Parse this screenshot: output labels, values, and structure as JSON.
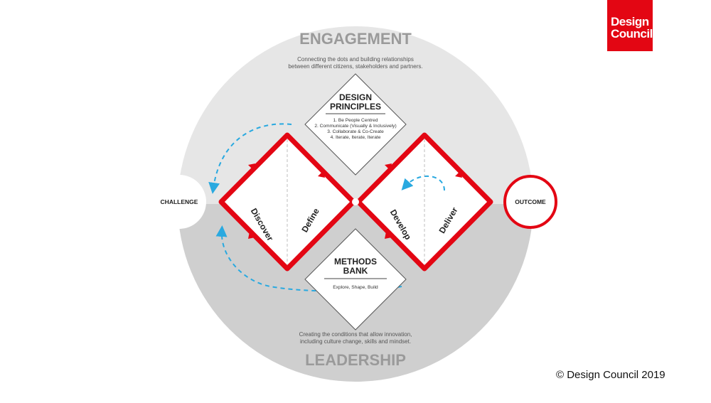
{
  "logo": {
    "line1": "Design",
    "line2": "Council",
    "color": "#e30613"
  },
  "copyright": "© Design Council 2019",
  "top_section": {
    "title": "ENGAGEMENT",
    "desc_line1": "Connecting the dots and building relationships",
    "desc_line2": "between different citizens, stakeholders and partners."
  },
  "bottom_section": {
    "title": "LEADERSHIP",
    "desc_line1": "Creating the conditions that allow innovation,",
    "desc_line2": "including culture change, skills and mindset."
  },
  "design_principles": {
    "title_line1": "DESIGN",
    "title_line2": "PRINCIPLES",
    "items": [
      "1. Be People Centred",
      "2. Communicate (Visually & Inclusively)",
      "3. Collaborate & Co-Create",
      "4. Iterate, Iterate, Iterate"
    ]
  },
  "methods_bank": {
    "title_line1": "METHODS",
    "title_line2": "BANK",
    "subtitle": "Explore, Shape, Build"
  },
  "phases": [
    "Discover",
    "Define",
    "Develop",
    "Deliver"
  ],
  "endpoints": {
    "start": "CHALLENGE",
    "end": "OUTCOME"
  },
  "colors": {
    "accent_red": "#e30613",
    "arrow_blue": "#29a9e0",
    "circle_top": "#e6e6e6",
    "circle_bottom": "#cfcfcf",
    "title_gray": "#9a9a9a"
  }
}
